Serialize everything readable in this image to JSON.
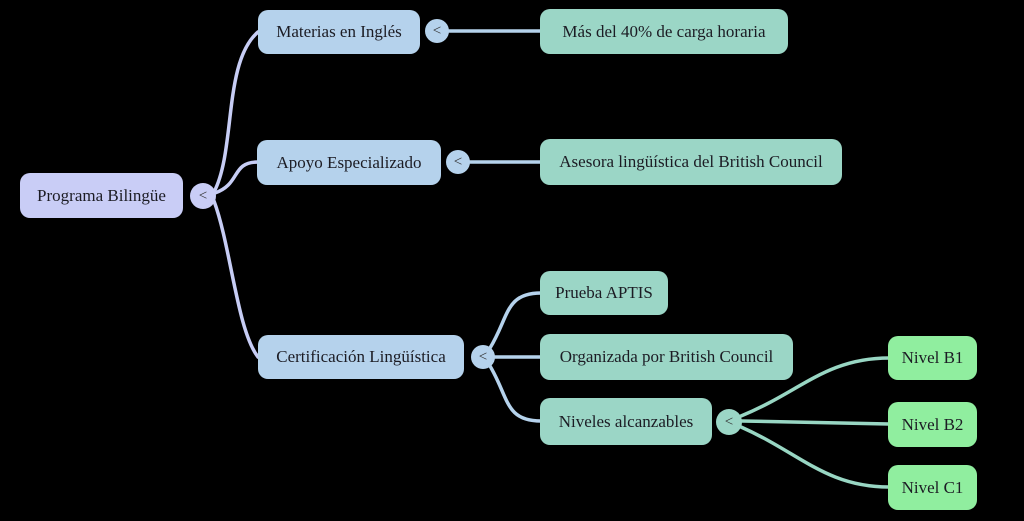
{
  "ui": {
    "collapse_glyph": "<"
  },
  "colors": {
    "background": "#000000",
    "root_fill": "#c9cdf6",
    "level1_fill": "#b5d2ec",
    "level2_fill": "#9bd6c6",
    "level3_fill": "#90ee9f",
    "root_edge": "#c7cdf5",
    "level1_edge": "#b5d2ec",
    "level2_edge": "#98d6c3",
    "text": "#1c1c24"
  },
  "mindmap": {
    "nodes": {
      "root": {
        "label": "Programa Bilingüe",
        "parent": null
      },
      "materias": {
        "label": "Materias en Inglés",
        "parent": "root"
      },
      "carga": {
        "label": "Más del 40% de carga horaria",
        "parent": "materias"
      },
      "apoyo": {
        "label": "Apoyo Especializado",
        "parent": "root"
      },
      "asesora": {
        "label": "Asesora lingüística del British Council",
        "parent": "apoyo"
      },
      "cert": {
        "label": "Certificación Lingüística",
        "parent": "root"
      },
      "aptis": {
        "label": "Prueba APTIS",
        "parent": "cert"
      },
      "organizada": {
        "label": "Organizada por British Council",
        "parent": "cert"
      },
      "niveles": {
        "label": "Niveles alcanzables",
        "parent": "cert"
      },
      "b1": {
        "label": "Nivel B1",
        "parent": "niveles"
      },
      "b2": {
        "label": "Nivel B2",
        "parent": "niveles"
      },
      "c1": {
        "label": "Nivel C1",
        "parent": "niveles"
      }
    }
  }
}
